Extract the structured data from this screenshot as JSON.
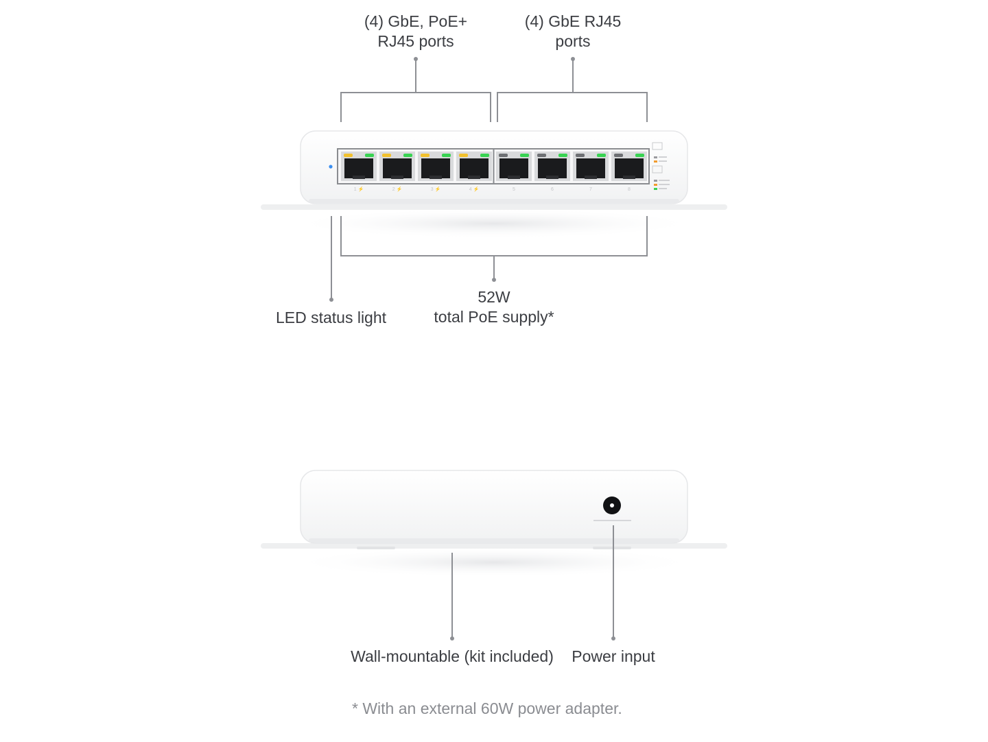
{
  "labels": {
    "poe_ports_line1": "(4) GbE, PoE+",
    "poe_ports_line2": "RJ45 ports",
    "gbe_ports_line1": "(4) GbE RJ45",
    "gbe_ports_line2": "ports",
    "led_status": "LED status light",
    "poe_supply_line1": "52W",
    "poe_supply_line2": "total PoE supply*",
    "wall_mount": "Wall-mountable (kit included)",
    "power_input": "Power input"
  },
  "port_labels": [
    "1 ⚡",
    "2 ⚡",
    "3 ⚡",
    "4 ⚡",
    "5",
    "6",
    "7",
    "8"
  ],
  "footnote": "* With an external 60W power adapter.",
  "colors": {
    "poe_led": "#f2c12e",
    "link_led": "#39d353",
    "status_led": "#3a8ef0",
    "callout_line": "#8d8f94",
    "device_body": "#fafafa"
  }
}
